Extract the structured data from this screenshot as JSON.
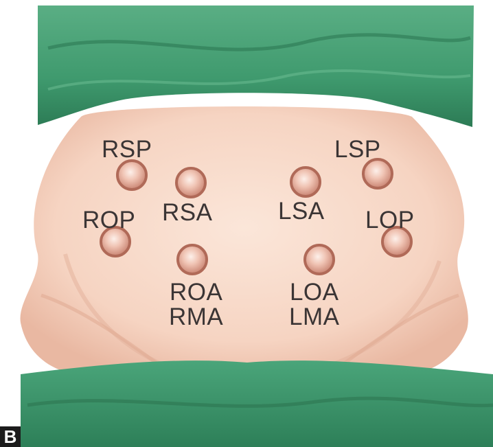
{
  "panel_letter": "B",
  "positions": [
    {
      "code": "RSP",
      "label": "RSP"
    },
    {
      "code": "LSP",
      "label": "LSP"
    },
    {
      "code": "RSA",
      "label": "RSA"
    },
    {
      "code": "LSA",
      "label": "LSA"
    },
    {
      "code": "ROP",
      "label": "ROP"
    },
    {
      "code": "LOP",
      "label": "LOP"
    },
    {
      "code": "ROA",
      "label": "ROA",
      "label2": "RMA"
    },
    {
      "code": "LOA",
      "label": "LOA",
      "label2": "LMA"
    }
  ],
  "colors": {
    "drape": "#3f9a6e",
    "drape_dark": "#2e7e56",
    "skin": "#f7d8c8",
    "skin_shadow": "#ebbda8",
    "marker_ring": "#b06a58",
    "marker_fill": "#e9b3a2",
    "label_text": "#3b3535"
  }
}
